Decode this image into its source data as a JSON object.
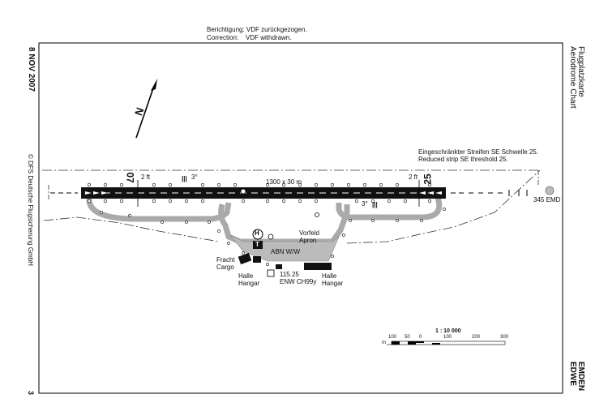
{
  "correction": {
    "de": "Berichtigung: VDF zurückgezogen.",
    "en_label": "Correction:",
    "en_text": "VDF withdrawn."
  },
  "date": "8 NOV 2007",
  "copyright": "© DFS Deutsche Flugsicherung GmbH",
  "page_number": "3",
  "chart_title": {
    "de": "Flugplatzkarte",
    "en": "Aerodrome Chart"
  },
  "aerodrome": {
    "name": "EMDEN",
    "icao": "EDWE"
  },
  "north_label": "N",
  "runway": {
    "dimensions": "1300 x 30 m",
    "designator_west": "07",
    "designator_east": "25",
    "slope_west": "2 ft",
    "slope_east": "2 ft",
    "papi_angle_west": "3°",
    "papi_angle_east": "3°"
  },
  "note": {
    "de": "Eingeschränkter Streifen SE Schwelle 25.",
    "en": "Reduced strip SE threshold 25."
  },
  "navaid_emd": "345 EMD",
  "labels": {
    "vorfeld": "Vorfeld",
    "apron": "Apron",
    "fracht": "Fracht",
    "cargo": "Cargo",
    "halle_w": "Halle",
    "hangar_w": "Hangar",
    "halle_e": "Halle",
    "hangar_e": "Hangar",
    "abn": "ABN W/W",
    "vor_freq": "115.25",
    "vor_ident": "ENW CH99y",
    "helipad": "H",
    "tower": "T"
  },
  "scale": {
    "title": "1 : 10 000",
    "unit": "m",
    "ticks": [
      "100",
      "50",
      "0",
      "100",
      "200",
      "300"
    ]
  }
}
